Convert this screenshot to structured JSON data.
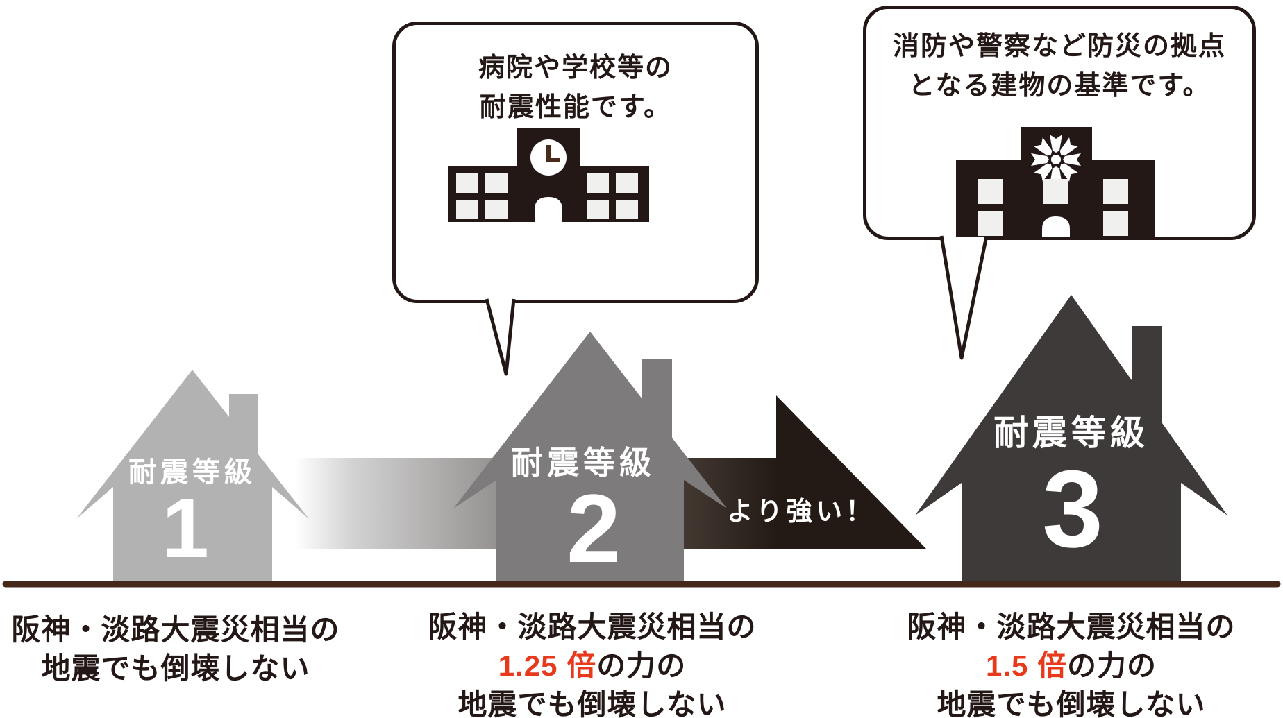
{
  "bubbles": [
    {
      "icon": "school-building-icon",
      "line1": "病院や学校等の",
      "line2": "耐震性能です。"
    },
    {
      "icon": "fire-station-building-icon",
      "line1": "消防や警察など防災の拠点",
      "line2": "となる建物の基準です。"
    }
  ],
  "houses": [
    {
      "grade_label": "耐震等級",
      "grade_number": "1",
      "color": "#b2b2b2",
      "caption": {
        "line1": "阪神・淡路大震災相当の",
        "line2_red": "",
        "line2_black": "地震でも倒壊しない",
        "line3": ""
      }
    },
    {
      "grade_label": "耐震等級",
      "grade_number": "2",
      "color": "#7d7b7b",
      "caption": {
        "line1": "阪神・淡路大震災相当の",
        "line2_red": "1.25 倍",
        "line2_black": "の力の",
        "line3": "地震でも倒壊しない"
      }
    },
    {
      "grade_label": "耐震等級",
      "grade_number": "3",
      "color": "#3e3a39",
      "caption": {
        "line1": "阪神・淡路大震災相当の",
        "line2_red": "1.5 倍",
        "line2_black": "の力の",
        "line3": "地震でも倒壊しない"
      }
    }
  ],
  "arrow": {
    "label": "より強い！"
  },
  "colors": {
    "house1": "#b2b2b2",
    "house2": "#7d7b7b",
    "house3": "#3e3a39",
    "arrow_dark": "#241a15",
    "outline": "#231815",
    "ground": "#46281a",
    "red": "#e8391d",
    "window": "#f0f0ef",
    "clock_hand": "#4a2a18",
    "white": "#ffffff"
  }
}
